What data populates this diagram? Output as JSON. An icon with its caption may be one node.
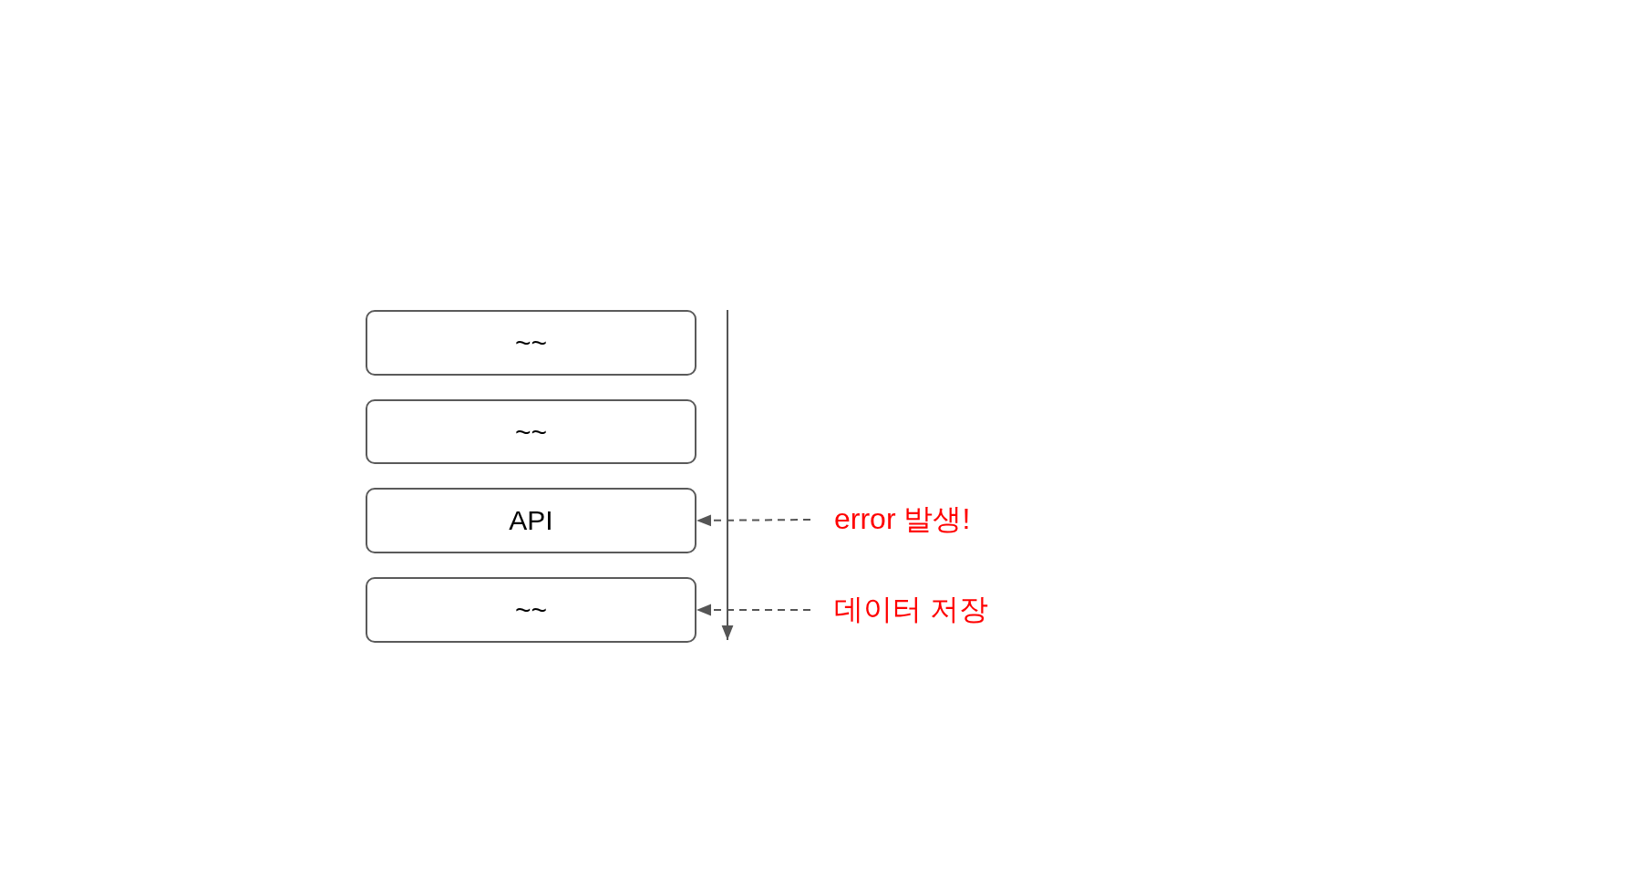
{
  "diagram": {
    "nodes": [
      {
        "text": [
          "~~"
        ]
      },
      {
        "text": [
          "~~"
        ]
      },
      {
        "text": [
          "API"
        ]
      },
      {
        "text": [
          "~~"
        ]
      },
      {
        "text": [
          "error 발생!"
        ]
      },
      {
        "text": [
          "데이터 저장"
        ]
      }
    ],
    "edges": [
      {
        "from": 4,
        "to": 2,
        "arrow": "to",
        "style": "dashed"
      },
      {
        "from": 5,
        "to": 3,
        "arrow": "to",
        "style": "dashed"
      }
    ]
  }
}
